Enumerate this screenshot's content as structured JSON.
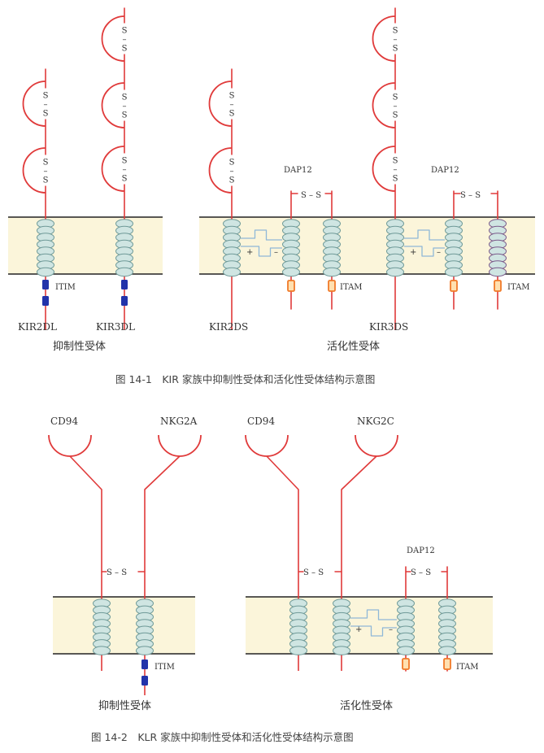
{
  "colors": {
    "receptor_chain": "#e03a3a",
    "membrane_fill": "#fbf5da",
    "membrane_line": "#222222",
    "helix_fill": "#cfe5e2",
    "helix_stroke": "#6f9a98",
    "itim_motif": "#2233aa",
    "itam_motif": "#f07a28",
    "dap12_link": "#8fb8d8"
  },
  "figure1": {
    "caption": "图 14-1　KIR 家族中抑制性受体和活化性受体结构示意图",
    "disulfide": {
      "s": "S",
      "dash": "–"
    },
    "receptors": [
      "KIR2DL",
      "KIR3DL",
      "KIR2DS",
      "KIR3DS"
    ],
    "adaptor": "DAP12",
    "disulfide_link": "S – S",
    "motifs": {
      "itim": "ITIM",
      "itam": "ITAM"
    },
    "charges": {
      "plus": "+",
      "minus": "–"
    },
    "groups": {
      "inhibitory": "抑制性受体",
      "activating": "活化性受体"
    }
  },
  "figure2": {
    "caption": "图 14-2　KLR 家族中抑制性受体和活化性受体结构示意图",
    "receptors": {
      "cd94": "CD94",
      "nkg2a": "NKG2A",
      "nkg2c": "NKG2C"
    },
    "adaptor": "DAP12",
    "disulfide_link": "S – S",
    "motifs": {
      "itim": "ITIM",
      "itam": "ITAM"
    },
    "charges": {
      "plus": "+",
      "minus": "–"
    },
    "groups": {
      "inhibitory": "抑制性受体",
      "activating": "活化性受体"
    }
  }
}
